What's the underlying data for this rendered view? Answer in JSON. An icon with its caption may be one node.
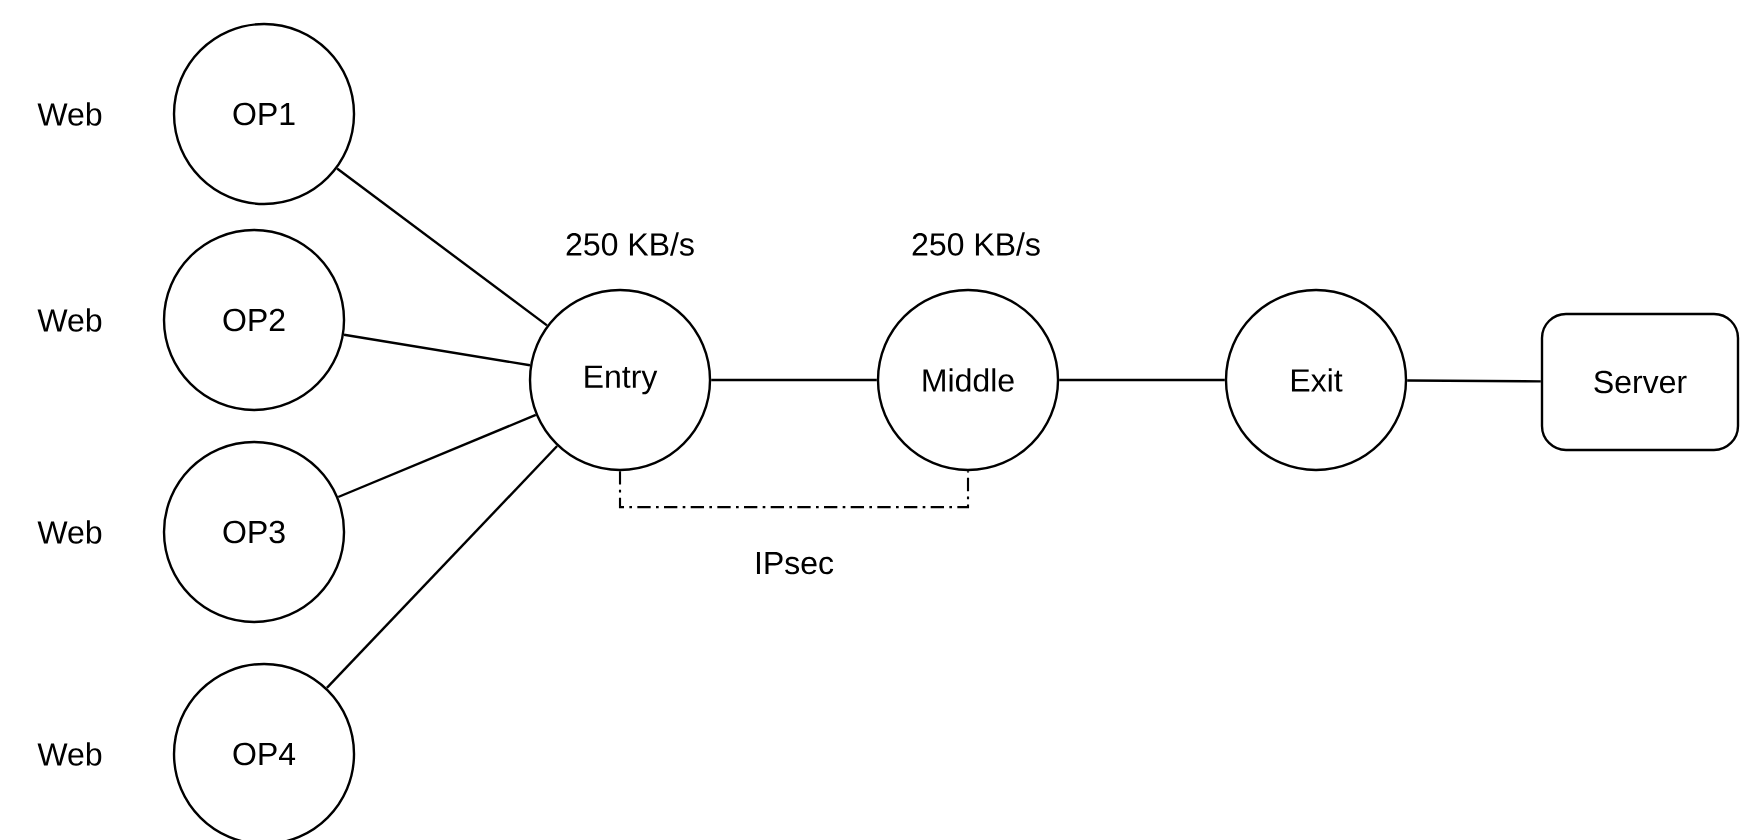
{
  "diagram": {
    "nodes": [
      {
        "text": [
          "OP1"
        ],
        "beside": [
          "Web"
        ]
      },
      {
        "text": [
          "OP2"
        ],
        "beside": [
          "Web"
        ]
      },
      {
        "text": [
          "OP3"
        ],
        "beside": [
          "Web"
        ]
      },
      {
        "text": [
          "OP4"
        ],
        "beside": [
          "Web"
        ]
      },
      {
        "text": [
          "Entry"
        ],
        "beside": [
          "250 KB/s"
        ]
      },
      {
        "text": [
          "Middle"
        ],
        "beside": [
          "250 KB/s"
        ]
      },
      {
        "text": [
          "Exit"
        ]
      },
      {
        "text": [
          "Server"
        ]
      }
    ],
    "edges": [
      {
        "from": 0,
        "to": 4,
        "arrow": "none"
      },
      {
        "from": 1,
        "to": 4,
        "arrow": "none"
      },
      {
        "from": 2,
        "to": 4,
        "arrow": "none"
      },
      {
        "from": 3,
        "to": 4,
        "arrow": "none"
      },
      {
        "from": 4,
        "to": 5,
        "arrow": "none"
      },
      {
        "from": 5,
        "to": 6,
        "arrow": "none"
      },
      {
        "from": 6,
        "to": 7,
        "arrow": "none"
      },
      {
        "from": 4,
        "to": 5,
        "arrow": "none",
        "style": "dashed",
        "label": "IPsec"
      }
    ]
  }
}
